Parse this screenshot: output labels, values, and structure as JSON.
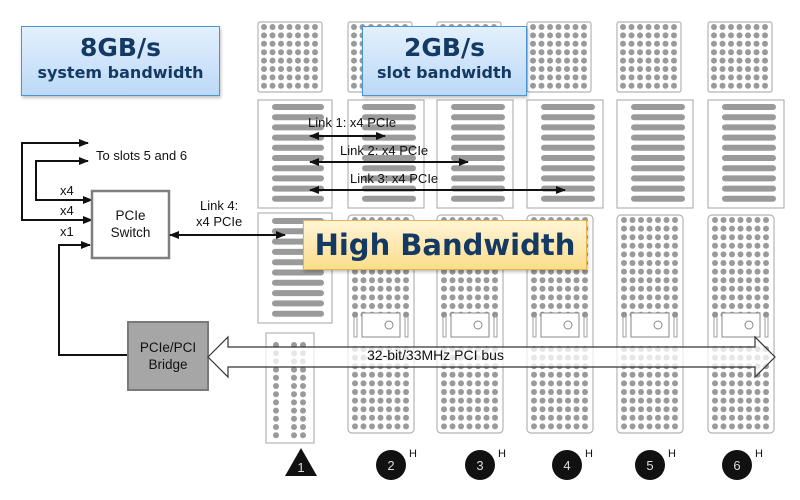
{
  "callouts": {
    "system": {
      "value": "8GB/s",
      "caption": "system bandwidth"
    },
    "slot": {
      "value": "2GB/s",
      "caption": "slot bandwidth"
    },
    "high_bandwidth": {
      "text": "High Bandwidth"
    }
  },
  "switch": {
    "line1": "PCIe",
    "line2": "Switch"
  },
  "bridge": {
    "line1": "PCIe/PCI",
    "line2": "Bridge"
  },
  "labels": {
    "to_slots": "To slots 5 and 6",
    "lane_x4_a": "x4",
    "lane_x4_b": "x4",
    "lane_x1": "x1",
    "link4_line1": "Link 4:",
    "link4_line2": "x4 PCIe",
    "link1": "Link 1: x4 PCIe",
    "link2": "Link 2: x4 PCIe",
    "link3": "Link 3: x4 PCIe",
    "pci_bus": "32-bit/33MHz PCI bus"
  },
  "slots": [
    {
      "number": "1",
      "shape": "triangle",
      "badge": ""
    },
    {
      "number": "2",
      "shape": "circle",
      "badge": "H"
    },
    {
      "number": "3",
      "shape": "circle",
      "badge": "H"
    },
    {
      "number": "4",
      "shape": "circle",
      "badge": "H"
    },
    {
      "number": "5",
      "shape": "circle",
      "badge": "H"
    },
    {
      "number": "6",
      "shape": "circle",
      "badge": "H"
    }
  ],
  "colors": {
    "callout_text": "#143a63",
    "callout_blue_border": "#4d94d6",
    "callout_yellow_border": "#e3b647",
    "bridge_fill": "#a6a6a6",
    "switch_border": "#7f7f7f",
    "connector_dot": "#9a9a9a",
    "connector_outline": "#b3b3b3"
  }
}
